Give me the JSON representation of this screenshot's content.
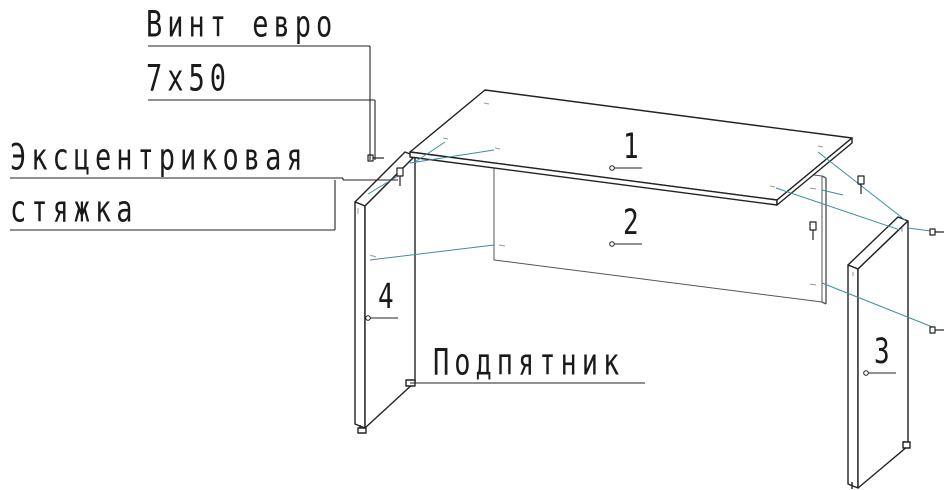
{
  "callouts": {
    "euro_screw_line1": "Винт евро",
    "euro_screw_line2": "7x50",
    "cam_line1": "Эксцентриковая",
    "cam_line2": "стяжка",
    "glide": "Подпятник"
  },
  "parts": {
    "top": "1",
    "modesty_panel": "2",
    "right_leg": "3",
    "left_leg": "4"
  },
  "colors": {
    "line": "#1a1a1a",
    "assembly_line": "#3b8fa0"
  }
}
